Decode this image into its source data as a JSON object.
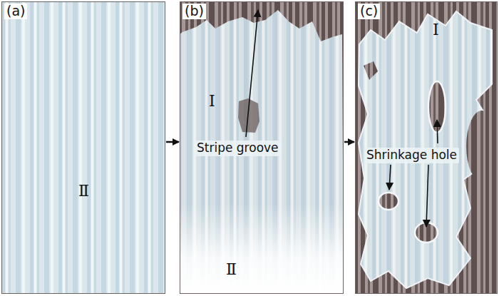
{
  "diagram": {
    "nodes": [
      {
        "text": [
          "(a)",
          "Ⅱ"
        ]
      },
      {
        "text": [
          "(b)",
          "Stripe groove",
          "Ⅰ",
          "Ⅱ"
        ]
      },
      {
        "text": [
          "(c)",
          "Ⅰ",
          "Shrinkage hole"
        ]
      }
    ],
    "edges": [
      {
        "from": 0,
        "to": 1,
        "arrow": "to"
      },
      {
        "from": 1,
        "to": 2,
        "arrow": "to"
      }
    ]
  }
}
